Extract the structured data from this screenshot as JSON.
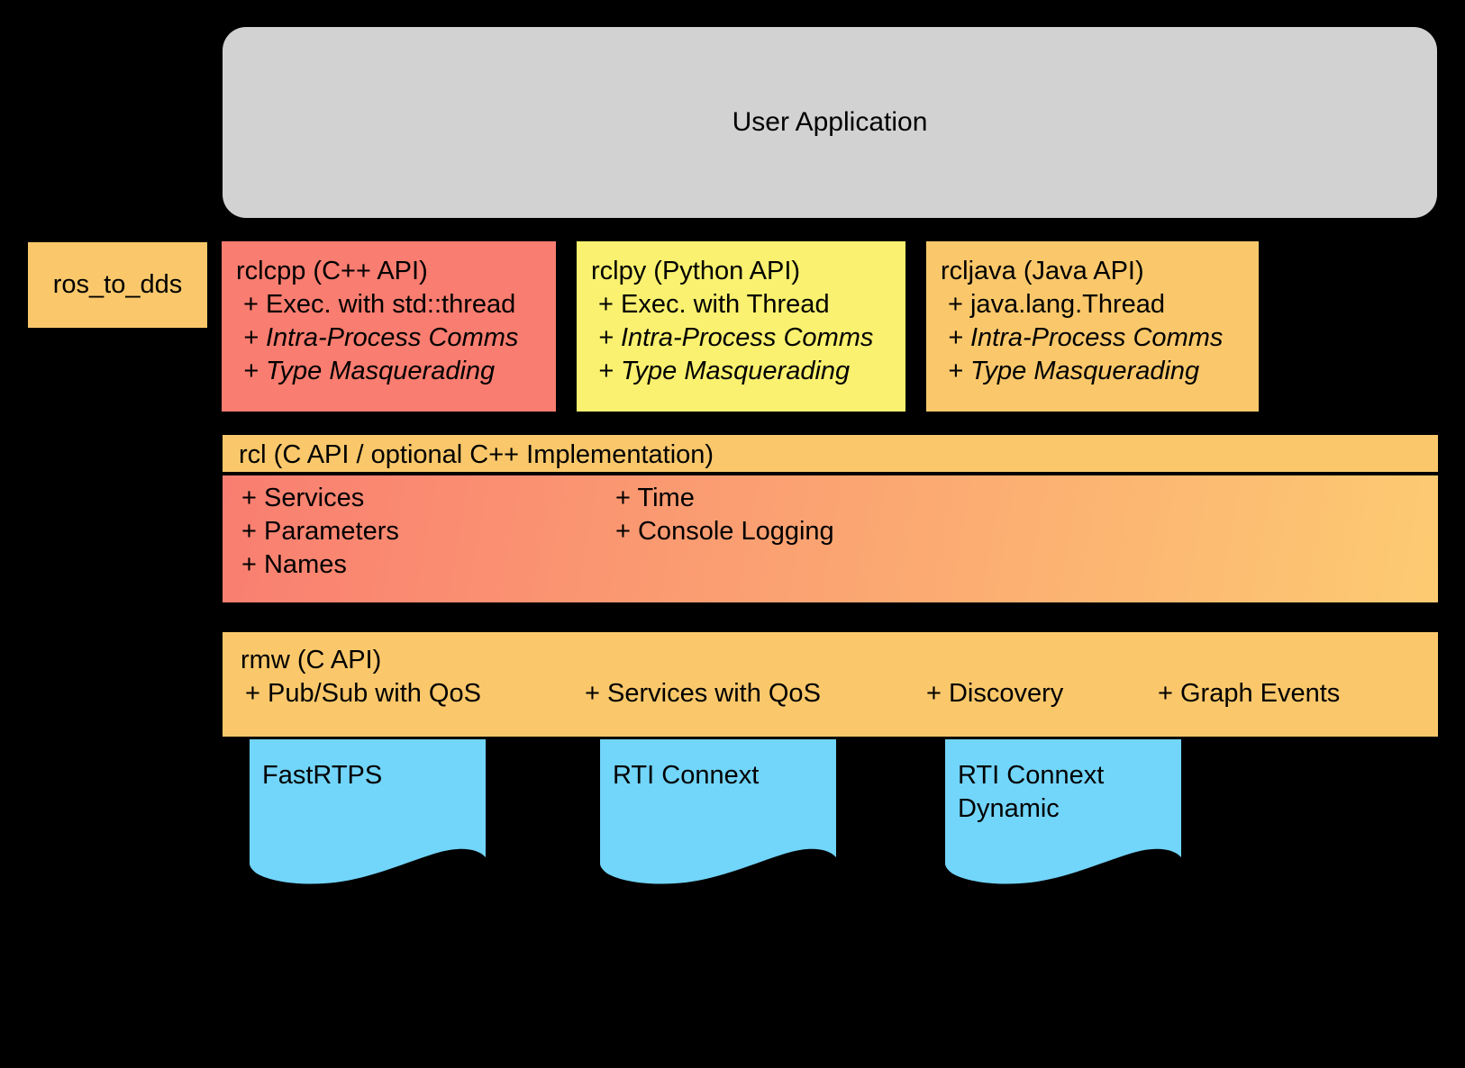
{
  "diagram": {
    "background": "#000000",
    "text_color": "#000000",
    "user_application": {
      "label": "User Application",
      "bg": "#D2D2D2"
    },
    "ros_to_dds": {
      "label": "ros_to_dds",
      "bg": "#FAC86B"
    },
    "api_boxes": [
      {
        "title": "rclcpp (C++ API)",
        "bg": "#F97D70",
        "line1": "+ Exec. with std::thread",
        "line2": "+ Intra-Process Comms",
        "line3": "+ Type Masquerading"
      },
      {
        "title": "rclpy (Python API)",
        "bg": "#F9F16F",
        "line1": "+ Exec. with Thread",
        "line2": "+ Intra-Process Comms",
        "line3": "+ Type Masquerading"
      },
      {
        "title": "rcljava (Java API)",
        "bg": "#FAC86B",
        "line1": "+ java.lang.Thread",
        "line2": "+ Intra-Process Comms",
        "line3": "+ Type Masquerading"
      }
    ],
    "rcl": {
      "header": "rcl (C API / optional C++ Implementation)",
      "header_bg": "#FAC86B",
      "body_gradient_left": "#F97E71",
      "body_gradient_right": "#FDCB72",
      "col1": [
        "+ Services",
        "+ Parameters",
        "+ Names"
      ],
      "col2": [
        "+ Time",
        "+ Console Logging"
      ]
    },
    "rmw": {
      "title": "rmw (C API)",
      "bg": "#FAC86B",
      "items": [
        "+ Pub/Sub with QoS",
        "+ Services with QoS",
        "+ Discovery",
        "+ Graph Events"
      ]
    },
    "dds_implementations": [
      {
        "line1": "FastRTPS",
        "line2": "",
        "bg": "#72D5FA"
      },
      {
        "line1": "RTI Connext",
        "line2": "",
        "bg": "#72D5FA"
      },
      {
        "line1": "RTI Connext",
        "line2": "Dynamic",
        "bg": "#72D5FA"
      }
    ]
  }
}
